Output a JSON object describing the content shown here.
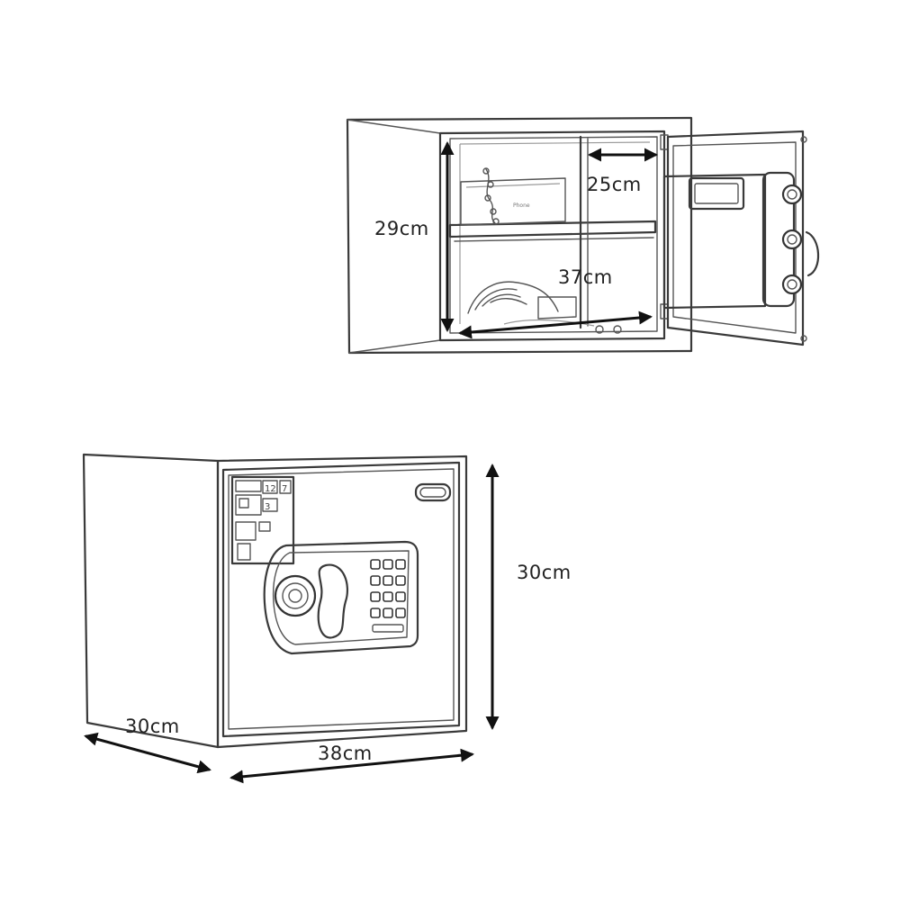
{
  "figure": {
    "open_safe": {
      "height_label": "29cm",
      "shelf_depth_label": "25cm",
      "inner_width_label": "37cm",
      "box_brand": "Phone"
    },
    "closed_safe": {
      "height_label": "30cm",
      "depth_label": "30cm",
      "width_label": "38cm",
      "sticker_digits": [
        "12",
        "7",
        "3"
      ]
    }
  }
}
